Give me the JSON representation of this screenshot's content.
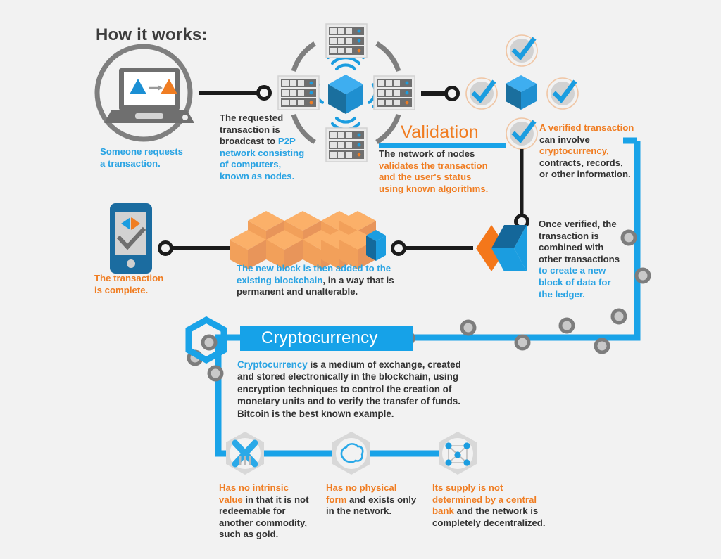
{
  "page": {
    "title": "How it works:",
    "background": "#f2f2f2",
    "accent_blue": "#29a3e3",
    "accent_orange": "#f07d22",
    "banner_blue": "#16a2e8",
    "dark_text": "#333333",
    "grey": "#7a7a7a"
  },
  "steps": {
    "request": {
      "caption_line1": "Someone requests",
      "caption_line2": "a transaction.",
      "icon": "laptop-in-circle"
    },
    "broadcast": {
      "line1": "The requested",
      "line2": "transaction is",
      "line3_dark": "broadcast to ",
      "line3_blue": "P2P",
      "line4": "network consisting",
      "line5": "of computers,",
      "line6": "known as nodes.",
      "icon": "node-network-ring"
    },
    "validation": {
      "heading": "Validation",
      "line1_dark": "The network of nodes",
      "line2_orange": "validates the transaction",
      "line3_orange": "and the user's status",
      "line4_orange": "using known algorithms."
    },
    "verified": {
      "line1_orange": "A verified transaction",
      "line2_dark": "can involve",
      "line3_orange": "cryptocurrency,",
      "line4_dark": "contracts, records,",
      "line5_dark": "or other information."
    },
    "combine": {
      "line1": "Once verified, the",
      "line2": "transaction is",
      "line3": "combined with",
      "line4": "other transactions",
      "line5_blue": "to create a new",
      "line6_blue": "block of data for",
      "line7_blue": "the ledger."
    },
    "newblock": {
      "line1_blue": "The new block is then added to the",
      "line2_blue": "existing blockchain",
      "line2_dark": ", in a way that is",
      "line3_dark": "permanent and unalterable."
    },
    "complete": {
      "line1": "The transaction",
      "line2": "is complete.",
      "icon": "smartphone-check"
    }
  },
  "cryptocurrency": {
    "banner_label": "Cryptocurrency",
    "lead_blue": "Cryptocurrency",
    "body_rest_1": " is a medium of exchange, created",
    "body_2": "and stored electronically in the blockchain, using",
    "body_3": "encryption techniques to control the creation of",
    "body_4": "monetary units and to verify the transfer of funds.",
    "body_5": "Bitcoin is the best known example.",
    "features": [
      {
        "icon": "crossed-coins-icon",
        "highlight_1": "Has no intrinsic",
        "highlight_2": "value",
        "rest_1": " in that it is not",
        "rest_2": "redeemable for",
        "rest_3": "another commodity,",
        "rest_4": "such as gold."
      },
      {
        "icon": "cloud-outline-icon",
        "highlight_1": "Has no physical",
        "highlight_2": "form",
        "rest_1": " and exists only",
        "rest_2": "in the network.",
        "rest_3": "",
        "rest_4": ""
      },
      {
        "icon": "network-nodes-icon",
        "highlight_1": "Its supply is not",
        "highlight_2": "determined by a central",
        "highlight_3": "bank",
        "rest_1": " and the network is",
        "rest_2": "completely decentralized.",
        "rest_3": "",
        "rest_4": ""
      }
    ]
  }
}
